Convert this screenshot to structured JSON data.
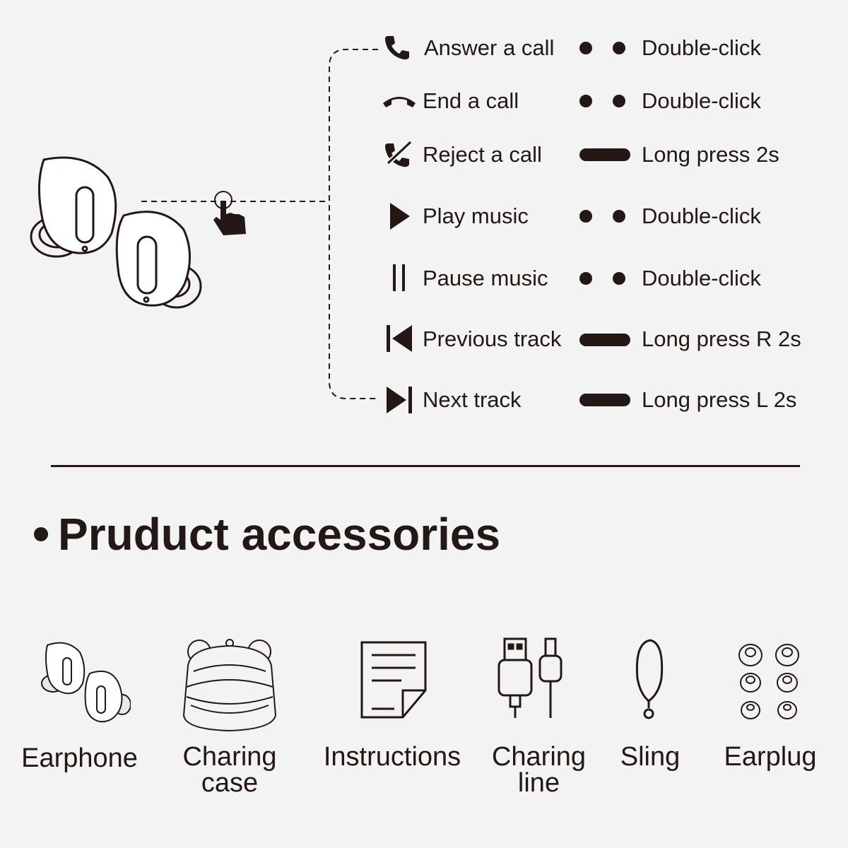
{
  "controls": [
    {
      "label": "Answer a call",
      "icon": "phone-answer-icon",
      "gesture": "dots",
      "action": "Double-click"
    },
    {
      "label": "End a call",
      "icon": "phone-hangup-icon",
      "gesture": "dots",
      "action": "Double-click"
    },
    {
      "label": "Reject a call",
      "icon": "phone-reject-icon",
      "gesture": "bar",
      "action": "Long press 2s"
    },
    {
      "label": "Play music",
      "icon": "play-icon",
      "gesture": "dots",
      "action": "Double-click"
    },
    {
      "label": "Pause music",
      "icon": "pause-icon",
      "gesture": "dots",
      "action": "Double-click"
    },
    {
      "label": "Previous track",
      "icon": "previous-track-icon",
      "gesture": "bar",
      "action": "Long press R 2s"
    },
    {
      "label": "Next track",
      "icon": "next-track-icon",
      "gesture": "bar",
      "action": "Long press L 2s"
    }
  ],
  "accessories_title": "Pruduct accessories",
  "accessories": [
    {
      "label": "Earphone",
      "icon": "earphone-icon"
    },
    {
      "label": "Charing\ncase",
      "icon": "charging-case-icon"
    },
    {
      "label": "Instructions",
      "icon": "instructions-icon"
    },
    {
      "label": "Charing\nline",
      "icon": "charging-cable-icon"
    },
    {
      "label": "Sling",
      "icon": "sling-icon"
    },
    {
      "label": "Earplug",
      "icon": "earplug-icon"
    }
  ],
  "colors": {
    "background": "#f3f3f3",
    "ink": "#231815"
  }
}
